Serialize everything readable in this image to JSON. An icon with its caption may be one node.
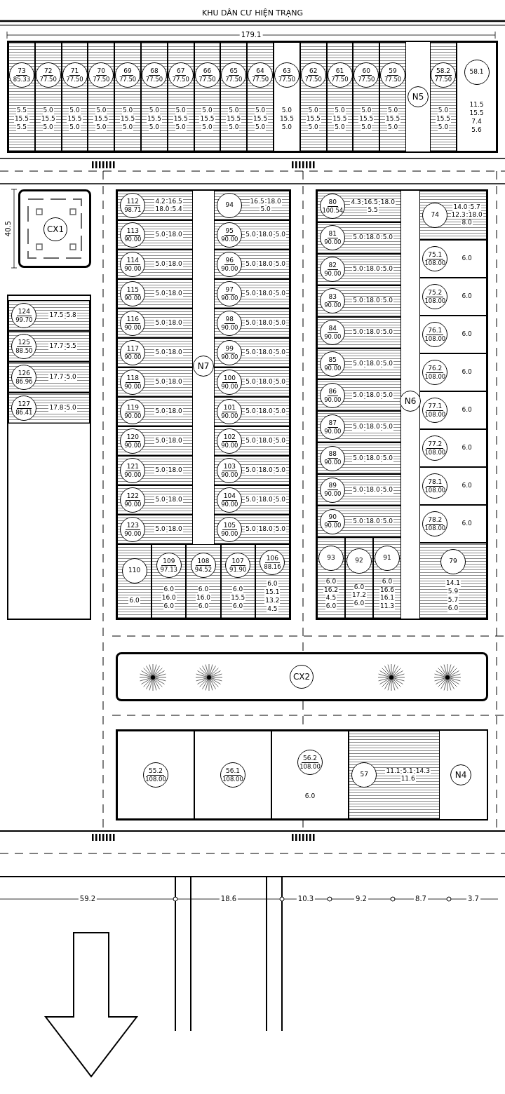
{
  "diagram": {
    "nodes": [
      {
        "text": [
          "CX1"
        ]
      },
      {
        "text": [
          "N5"
        ]
      },
      {
        "text": [
          "73",
          "85.33",
          "5.5",
          "15.5",
          "5.5"
        ],
        "in": 1
      },
      {
        "text": [
          "72",
          "77.50",
          "5.0",
          "15.5",
          "5.0"
        ],
        "in": 1
      },
      {
        "text": [
          "71",
          "77.50",
          "5.0",
          "15.5",
          "5.0"
        ],
        "in": 1
      },
      {
        "text": [
          "70",
          "77.50",
          "5.0",
          "15.5",
          "5.0"
        ],
        "in": 1
      },
      {
        "text": [
          "69",
          "77.50",
          "5.0",
          "15.5",
          "5.0"
        ],
        "in": 1
      },
      {
        "text": [
          "68",
          "77.50",
          "5.0",
          "15.5",
          "5.0"
        ],
        "in": 1
      },
      {
        "text": [
          "67",
          "77.50",
          "5.0",
          "15.5",
          "5.0"
        ],
        "in": 1
      },
      {
        "text": [
          "66",
          "77.50",
          "5.0",
          "15.5",
          "5.0"
        ],
        "in": 1
      },
      {
        "text": [
          "65",
          "77.50",
          "5.0",
          "15.5",
          "5.0"
        ],
        "in": 1
      },
      {
        "text": [
          "64",
          "77.50",
          "5.0",
          "15.5",
          "5.0"
        ],
        "in": 1
      },
      {
        "text": [
          "63",
          "77.50",
          "5.0",
          "15.5",
          "5.0"
        ],
        "in": 1
      },
      {
        "text": [
          "62",
          "77.50",
          "5.0",
          "15.5",
          "5.0"
        ],
        "in": 1
      },
      {
        "text": [
          "61",
          "77.50",
          "5.0",
          "15.5",
          "5.0"
        ],
        "in": 1
      },
      {
        "text": [
          "60",
          "77.50",
          "5.0",
          "15.5",
          "5.0"
        ],
        "in": 1
      },
      {
        "text": [
          "59",
          "77.50",
          "5.0",
          "15.5",
          "5.0"
        ],
        "in": 1
      },
      {
        "text": [
          "58.2",
          "77.50",
          "5.0",
          "15.5",
          "5.0"
        ],
        "in": 1
      },
      {
        "text": [
          "58.1",
          "11.5",
          "15.5",
          "7.4",
          "5.6"
        ],
        "in": 1
      },
      {
        "text": [],
        "shape": "box"
      },
      {
        "text": [
          "124",
          "99.70",
          "17.5",
          "5.8"
        ],
        "in": 19
      },
      {
        "text": [
          "125",
          "88.50",
          "17.7",
          "5.5"
        ],
        "in": 19
      },
      {
        "text": [
          "126",
          "86.96",
          "17.7",
          "5.0"
        ],
        "in": 19
      },
      {
        "text": [
          "127",
          "86.41",
          "17.8",
          "5.0"
        ],
        "in": 19
      },
      {
        "text": [
          "N7"
        ]
      },
      {
        "text": [
          "112",
          "98.71",
          "4.2",
          "16.5",
          "18.0",
          "5.4"
        ],
        "in": 24
      },
      {
        "text": [
          "113",
          "90.00",
          "5.0",
          "18.0"
        ],
        "in": 24
      },
      {
        "text": [
          "114",
          "90.00",
          "5.0",
          "18.0"
        ],
        "in": 24
      },
      {
        "text": [
          "115",
          "90.00",
          "5.0",
          "18.0"
        ],
        "in": 24
      },
      {
        "text": [
          "116",
          "90.00",
          "5.0",
          "18.0"
        ],
        "in": 24
      },
      {
        "text": [
          "117",
          "90.00",
          "5.0",
          "18.0"
        ],
        "in": 24
      },
      {
        "text": [
          "118",
          "90.00",
          "5.0",
          "18.0"
        ],
        "in": 24
      },
      {
        "text": [
          "119",
          "90.00",
          "5.0",
          "18.0"
        ],
        "in": 24
      },
      {
        "text": [
          "120",
          "90.00",
          "5.0",
          "18.0"
        ],
        "in": 24
      },
      {
        "text": [
          "121",
          "90.00",
          "5.0",
          "18.0"
        ],
        "in": 24
      },
      {
        "text": [
          "122",
          "90.00",
          "5.0",
          "18.0"
        ],
        "in": 24
      },
      {
        "text": [
          "123",
          "90.00",
          "5.0",
          "18.0"
        ],
        "in": 24
      },
      {
        "text": [
          "94",
          "16.5",
          "18.0",
          "5.0"
        ],
        "in": 24
      },
      {
        "text": [
          "95",
          "90.00",
          "5.0",
          "18.0",
          "5.0"
        ],
        "in": 24
      },
      {
        "text": [
          "96",
          "90.00",
          "5.0",
          "18.0",
          "5.0"
        ],
        "in": 24
      },
      {
        "text": [
          "97",
          "90.00",
          "5.0",
          "18.0",
          "5.0"
        ],
        "in": 24
      },
      {
        "text": [
          "98",
          "90.00",
          "5.0",
          "18.0",
          "5.0"
        ],
        "in": 24
      },
      {
        "text": [
          "99",
          "90.00",
          "5.0",
          "18.0",
          "5.0"
        ],
        "in": 24
      },
      {
        "text": [
          "100",
          "90.00",
          "5.0",
          "18.0",
          "5.0"
        ],
        "in": 24
      },
      {
        "text": [
          "101",
          "90.00",
          "5.0",
          "18.0",
          "5.0"
        ],
        "in": 24
      },
      {
        "text": [
          "102",
          "90.00",
          "5.0",
          "18.0",
          "5.0"
        ],
        "in": 24
      },
      {
        "text": [
          "103",
          "90.00",
          "5.0",
          "18.0",
          "5.0"
        ],
        "in": 24
      },
      {
        "text": [
          "104",
          "90.00",
          "5.0",
          "18.0",
          "5.0"
        ],
        "in": 24
      },
      {
        "text": [
          "105",
          "90.00",
          "5.0",
          "18.0",
          "5.0"
        ],
        "in": 24
      },
      {
        "text": [
          "110",
          "6.0"
        ],
        "in": 24
      },
      {
        "text": [
          "109",
          "97.13",
          "6.0",
          "16.0",
          "6.0"
        ],
        "in": 24
      },
      {
        "text": [
          "108",
          "94.52",
          "6.0",
          "16.0",
          "6.0"
        ],
        "in": 24
      },
      {
        "text": [
          "107",
          "91.90",
          "6.0",
          "15.5",
          "6.0"
        ],
        "in": 24
      },
      {
        "text": [
          "106",
          "88.16",
          "6.0",
          "15.1",
          "13.2",
          "4.5"
        ],
        "in": 24
      },
      {
        "text": [
          "N6"
        ]
      },
      {
        "text": [
          "80",
          "100.54",
          "4.3",
          "16.5",
          "18.0",
          "5.5"
        ],
        "in": 54
      },
      {
        "text": [
          "81",
          "90.00",
          "5.0",
          "18.0",
          "5.0"
        ],
        "in": 54
      },
      {
        "text": [
          "82",
          "90.00",
          "5.0",
          "18.0",
          "5.0"
        ],
        "in": 54
      },
      {
        "text": [
          "83",
          "90.00",
          "5.0",
          "18.0",
          "5.0"
        ],
        "in": 54
      },
      {
        "text": [
          "84",
          "90.00",
          "5.0",
          "18.0",
          "5.0"
        ],
        "in": 54
      },
      {
        "text": [
          "85",
          "90.00",
          "5.0",
          "18.0",
          "5.0"
        ],
        "in": 54
      },
      {
        "text": [
          "86",
          "90.00",
          "5.0",
          "18.0",
          "5.0"
        ],
        "in": 54
      },
      {
        "text": [
          "87",
          "90.00",
          "5.0",
          "18.0",
          "5.0"
        ],
        "in": 54
      },
      {
        "text": [
          "88",
          "90.00",
          "5.0",
          "18.0",
          "5.0"
        ],
        "in": 54
      },
      {
        "text": [
          "89",
          "90.00",
          "5.0",
          "18.0",
          "5.0"
        ],
        "in": 54
      },
      {
        "text": [
          "90",
          "90.00",
          "5.0",
          "18.0",
          "5.0"
        ],
        "in": 54
      },
      {
        "text": [
          "93",
          "6.0",
          "16.2",
          "4.5",
          "6.0"
        ],
        "in": 54
      },
      {
        "text": [
          "92",
          "6.0",
          "17.2",
          "6.0"
        ],
        "in": 54
      },
      {
        "text": [
          "91",
          "6.0",
          "16.6",
          "16.1",
          "11.3"
        ],
        "in": 54
      },
      {
        "text": [
          "74",
          "14.0",
          "5.7",
          "12.3",
          "18.0",
          "8.0"
        ],
        "in": 54
      },
      {
        "text": [
          "75.1",
          "108.00",
          "6.0"
        ],
        "in": 54
      },
      {
        "text": [
          "75.2",
          "108.00",
          "6.0"
        ],
        "in": 54
      },
      {
        "text": [
          "76.1",
          "108.00",
          "6.0"
        ],
        "in": 54
      },
      {
        "text": [
          "76.2",
          "108.00",
          "6.0"
        ],
        "in": 54
      },
      {
        "text": [
          "77.1",
          "108.00",
          "6.0"
        ],
        "in": 54
      },
      {
        "text": [
          "77.2",
          "108.00",
          "6.0"
        ],
        "in": 54
      },
      {
        "text": [
          "78.1",
          "108.00",
          "6.0"
        ],
        "in": 54
      },
      {
        "text": [
          "78.2",
          "108.00",
          "6.0"
        ],
        "in": 54
      },
      {
        "text": [
          "79",
          "14.1",
          "5.9",
          "5.7",
          "6.0"
        ],
        "in": 54
      },
      {
        "text": [
          "CX2"
        ]
      },
      {
        "text": [
          "N4"
        ]
      },
      {
        "text": [
          "55.2",
          "108.00"
        ],
        "in": 80
      },
      {
        "text": [
          "56.1",
          "108.00"
        ],
        "in": 80
      },
      {
        "text": [
          "56.2",
          "108.00",
          "6.0"
        ],
        "in": 80
      },
      {
        "text": [
          "57",
          "11.1",
          "5.1",
          "14.3",
          "11.6"
        ],
        "in": 80
      }
    ],
    "labels": [
      "KHU DÂN CƯ HIỆN TRẠNG",
      "179.1",
      "40.5",
      "59.2",
      "18.6",
      "10.3",
      "9.2",
      "8.7",
      "3.7"
    ]
  }
}
